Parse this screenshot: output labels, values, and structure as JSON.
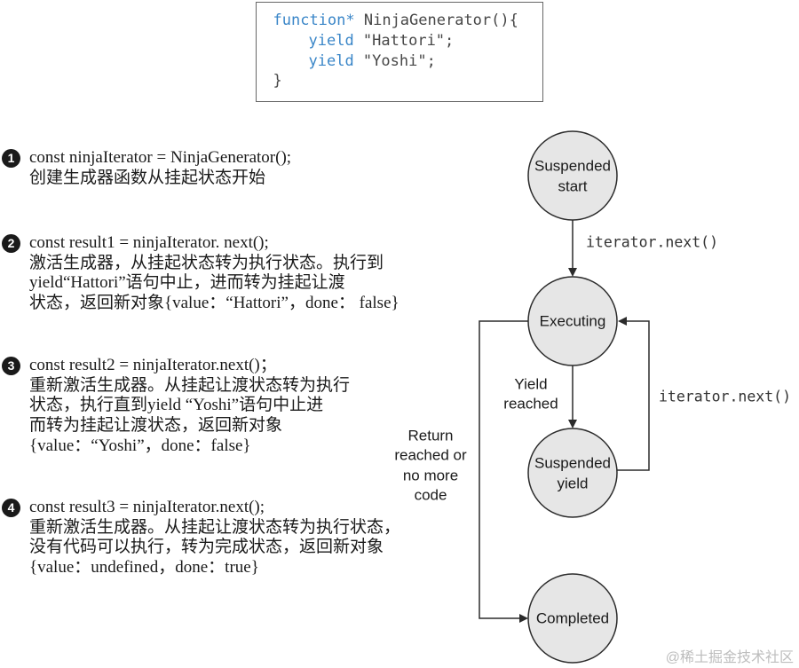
{
  "code": {
    "lines": [
      {
        "tokens": [
          {
            "text": "function*",
            "keyword": true
          },
          {
            "text": " NinjaGenerator(){",
            "keyword": false
          }
        ]
      },
      {
        "tokens": [
          {
            "text": "yield",
            "keyword": true
          },
          {
            "text": " \"Hattori\";",
            "keyword": false
          }
        ]
      },
      {
        "tokens": [
          {
            "text": "yield",
            "keyword": true
          },
          {
            "text": " \"Yoshi\";",
            "keyword": false
          }
        ]
      },
      {
        "tokens": [
          {
            "text": "}",
            "keyword": false
          }
        ]
      }
    ]
  },
  "steps": [
    {
      "number": "1",
      "lines": [
        "const ninjaIterator = NinjaGenerator();",
        "创建生成器函数从挂起状态开始"
      ]
    },
    {
      "number": "2",
      "lines": [
        "const result1 = ninjaIterator. next();",
        "激活生成器，从挂起状态转为执行状态。执行到",
        "yield“Hattori”语句中止，进而转为挂起让渡",
        "状态，返回新对象{value：“Hattori”，done： false}"
      ]
    },
    {
      "number": "3",
      "lines": [
        "const result2 = ninjaIterator.next()；",
        "重新激活生成器。从挂起让渡状态转为执行",
        "状态，执行直到yield “Yoshi”语句中止进",
        "而转为挂起让渡状态，返回新对象",
        "{value：“Yoshi”，done：false}"
      ]
    },
    {
      "number": "4",
      "lines": [
        "const result3 = ninjaIterator.next();",
        "重新激活生成器。从挂起让渡状态转为执行状态，",
        "没有代码可以执行，转为完成状态，返回新对象",
        "{value：undefined，done：true}"
      ]
    }
  ],
  "states": [
    {
      "label_lines": [
        "Suspended",
        "start"
      ]
    },
    {
      "label_lines": [
        "Executing"
      ]
    },
    {
      "label_lines": [
        "Suspended",
        "yield"
      ]
    },
    {
      "label_lines": [
        "Completed"
      ]
    }
  ],
  "transitions": [
    {
      "from": 0,
      "to": 1,
      "label_lines": [
        "iterator.next()"
      ]
    },
    {
      "from": 1,
      "to": 2,
      "label_lines": [
        "Yield",
        "reached"
      ]
    },
    {
      "from": 2,
      "to": 1,
      "label_lines": [
        "iterator.next()"
      ]
    },
    {
      "from": 1,
      "to": 3,
      "label_lines": [
        "Return",
        "reached or",
        "no more",
        "code"
      ]
    }
  ],
  "colors": {
    "keyword": "#3a86c8",
    "code_text": "#474747",
    "state_fill": "#e6e6e6",
    "stroke": "#2b2b2b",
    "badge": "#1a1a1a",
    "watermark": "#bdbdbd"
  },
  "watermark": "@稀土掘金技术社区"
}
